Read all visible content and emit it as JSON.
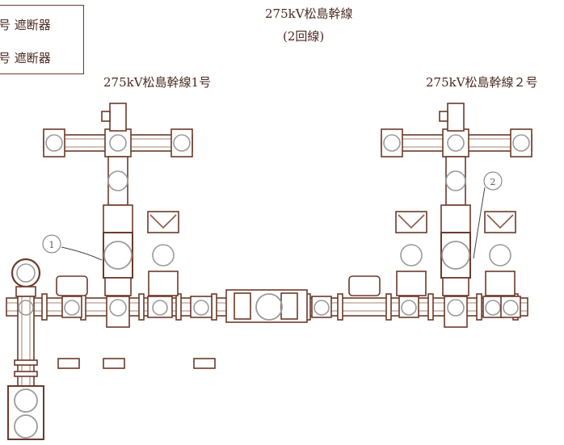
{
  "legend": {
    "row1": "号 遮断器",
    "row2": "号 遮断器"
  },
  "titles": {
    "main": "275kV松島幹線",
    "sub": "(2回線)",
    "line1": "275kV松島幹線1号",
    "line2": "275kV松島幹線２号"
  },
  "callouts": {
    "c1": "1",
    "c2": "2"
  },
  "colors": {
    "pipe": "#6b3a2a",
    "outline": "#8a5a48",
    "breaker": "#9a9a9a"
  }
}
